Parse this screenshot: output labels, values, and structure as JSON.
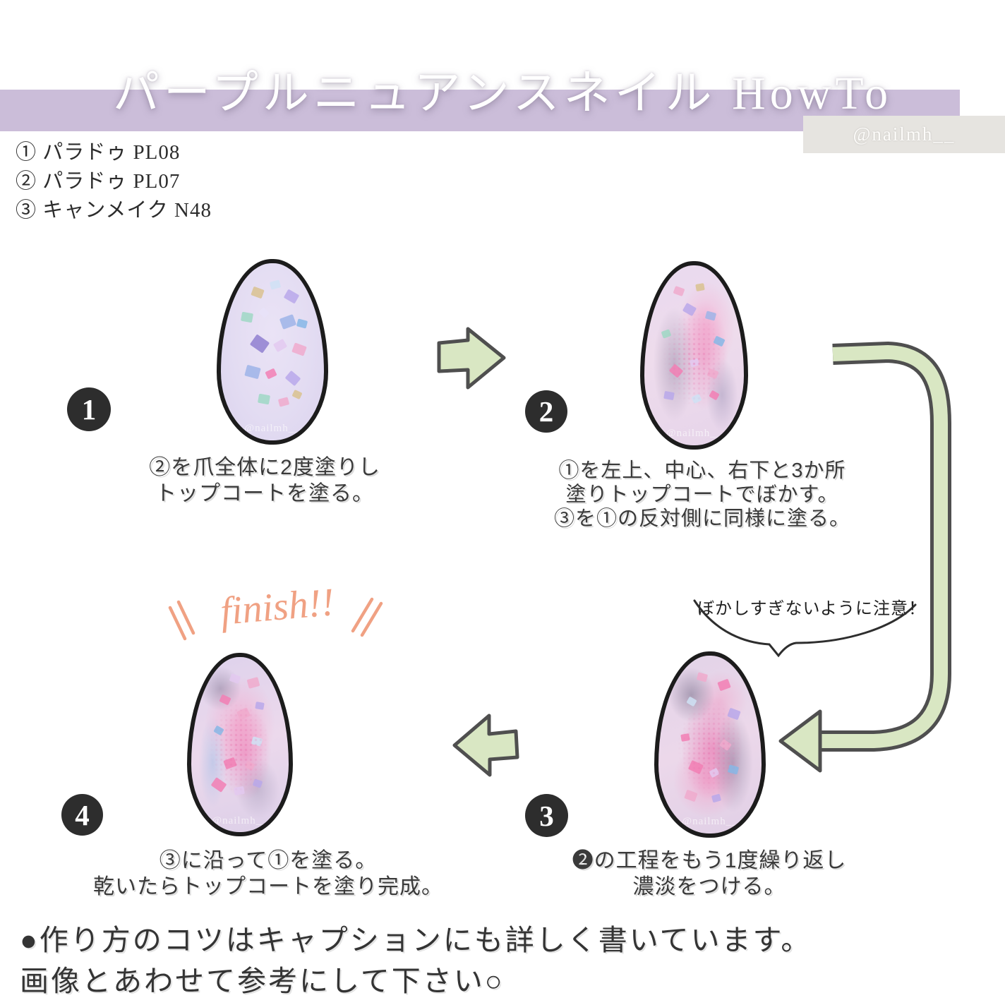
{
  "header": {
    "title": "パープルニュアンスネイル HowTo",
    "handle": "@nailmh__",
    "band_color": "#cbbdd9",
    "handle_box_color": "#e6e4e0"
  },
  "materials": [
    "① パラドゥ PL08",
    "② パラドゥ PL07",
    "③ キャンメイク N48"
  ],
  "steps": [
    {
      "number": "1",
      "caption": [
        "②を爪全体に2度塗りし",
        "トップコートを塗る。"
      ]
    },
    {
      "number": "2",
      "caption": [
        "①を左上、中心、右下と3か所",
        "塗りトップコートでぼかす。",
        "③を①の反対側に同様に塗る。"
      ]
    },
    {
      "number": "3",
      "caption": [
        "❷の工程をもう1度繰り返し",
        "濃淡をつける。"
      ]
    },
    {
      "number": "4",
      "caption": [
        "③に沿って①を塗る。",
        "乾いたらトップコートを塗り完成。"
      ]
    }
  ],
  "annotations": {
    "note": "ぼかしすぎないように注意！",
    "finish": "finish!!"
  },
  "footer": {
    "line1": "●作り方のコツはキャプションにも詳しく書いています。",
    "line2": "画像とあわせて参考にして下さい○"
  },
  "nails": {
    "watermark": "@nailmh__",
    "palette": [
      "#9db4e8",
      "#b9a8ea",
      "#f0aacd",
      "#9fd8c4",
      "#d9c28f",
      "#cfe2f4",
      "#e3c9f0",
      "#8f7fd0",
      "#f27fb4",
      "#86b7e6",
      "#e8e2f8"
    ],
    "items": [
      {
        "flakes": [
          [
            30,
            14,
            16,
            20,
            4
          ],
          [
            48,
            10,
            14,
            -15,
            5
          ],
          [
            62,
            16,
            18,
            30,
            1
          ],
          [
            20,
            28,
            16,
            10,
            3
          ],
          [
            38,
            26,
            12,
            45,
            10
          ],
          [
            58,
            30,
            20,
            -20,
            0
          ],
          [
            74,
            32,
            14,
            15,
            9
          ],
          [
            30,
            42,
            22,
            35,
            7
          ],
          [
            52,
            44,
            16,
            -30,
            6
          ],
          [
            70,
            46,
            18,
            20,
            2
          ],
          [
            24,
            58,
            20,
            15,
            0
          ],
          [
            44,
            60,
            14,
            -25,
            8
          ],
          [
            64,
            62,
            18,
            40,
            1
          ],
          [
            36,
            74,
            16,
            10,
            3
          ],
          [
            56,
            76,
            14,
            -15,
            2
          ],
          [
            70,
            72,
            12,
            25,
            4
          ]
        ]
      },
      {
        "flakes": [
          [
            30,
            12,
            14,
            20,
            2
          ],
          [
            52,
            10,
            12,
            -10,
            4
          ],
          [
            40,
            22,
            16,
            30,
            1
          ],
          [
            62,
            26,
            14,
            15,
            0
          ],
          [
            18,
            36,
            12,
            -20,
            3
          ],
          [
            70,
            40,
            14,
            25,
            9
          ],
          [
            26,
            56,
            16,
            40,
            8
          ],
          [
            46,
            52,
            12,
            -15,
            6
          ],
          [
            64,
            58,
            14,
            20,
            2
          ],
          [
            20,
            70,
            14,
            10,
            1
          ],
          [
            48,
            72,
            12,
            -25,
            5
          ],
          [
            66,
            70,
            12,
            30,
            8
          ]
        ]
      },
      {
        "flakes": [
          [
            38,
            10,
            14,
            15,
            2
          ],
          [
            58,
            14,
            16,
            -20,
            8
          ],
          [
            28,
            24,
            12,
            30,
            5
          ],
          [
            68,
            30,
            16,
            20,
            1
          ],
          [
            22,
            44,
            12,
            -10,
            8
          ],
          [
            60,
            48,
            14,
            35,
            2
          ],
          [
            30,
            60,
            18,
            25,
            8
          ],
          [
            50,
            64,
            12,
            -30,
            6
          ],
          [
            68,
            62,
            14,
            15,
            9
          ],
          [
            26,
            76,
            16,
            20,
            2
          ],
          [
            52,
            78,
            12,
            -15,
            1
          ]
        ]
      },
      {
        "flakes": [
          [
            40,
            10,
            14,
            20,
            6
          ],
          [
            58,
            12,
            16,
            -15,
            2
          ],
          [
            30,
            22,
            14,
            25,
            8
          ],
          [
            66,
            26,
            12,
            10,
            1
          ],
          [
            48,
            30,
            16,
            -25,
            2
          ],
          [
            24,
            40,
            12,
            30,
            9
          ],
          [
            62,
            46,
            14,
            15,
            5
          ],
          [
            34,
            58,
            16,
            -20,
            8
          ],
          [
            56,
            60,
            12,
            25,
            2
          ],
          [
            22,
            70,
            18,
            35,
            8
          ],
          [
            44,
            74,
            14,
            -10,
            6
          ],
          [
            64,
            70,
            12,
            20,
            1
          ]
        ]
      }
    ]
  },
  "colors": {
    "arrow_fill": "#d9e7c3",
    "arrow_stroke": "#4f4f4f",
    "badge": "#2d2d2d",
    "finish_accent": "#f0a183",
    "band": "#cbbdd9"
  }
}
